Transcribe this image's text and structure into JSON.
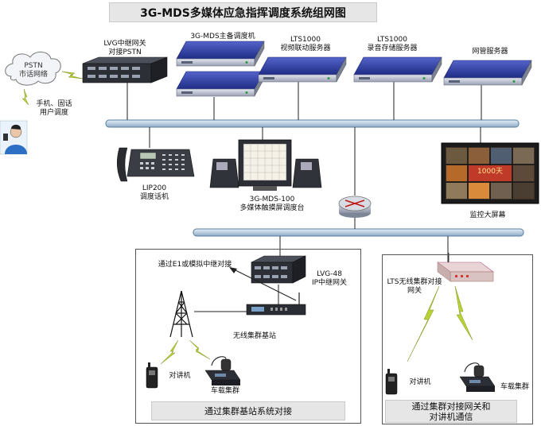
{
  "title": "3G-MDS多媒体应急指挥调度系统组网图",
  "nodes": {
    "pstn": {
      "line1": "PSTN",
      "line2": "市话网络"
    },
    "mobile_users": {
      "line1": "手机、固话",
      "line2": "用户调度"
    },
    "lvg": {
      "line1": "LVG中继网关",
      "line2": "对接PSTN"
    },
    "mds_server": {
      "line1": "3G-MDS主备调度机"
    },
    "lts_video": {
      "line1": "LTS1000",
      "line2": "视频联动服务器"
    },
    "lts_record": {
      "line1": "LTS1000",
      "line2": "录音存储服务器"
    },
    "nms": {
      "line1": "网管服务器"
    },
    "lip200": {
      "line1": "LIP200",
      "line2": "调度话机"
    },
    "mds100": {
      "line1": "3G-MDS-100",
      "line2": "多媒体触摸屏调度台"
    },
    "monitor": {
      "line1": "监控大屏幕",
      "screen_text": "1000天"
    },
    "e1_link": {
      "line1": "通过E1或模拟中继对接"
    },
    "lvg48": {
      "line1": "LVG-48",
      "line2": "IP中继网关"
    },
    "base_station": {
      "line1": "无线集群基站"
    },
    "walkie_left": {
      "line1": "对讲机"
    },
    "vehicle_left": {
      "line1": "车载集群"
    },
    "lts_gateway": {
      "line1": "LTS无线集群对接",
      "line2": "网关"
    },
    "walkie_right": {
      "line1": "对讲机"
    },
    "vehicle_right": {
      "line1": "车载集群"
    }
  },
  "captions": {
    "left": "通过集群基站系统对接",
    "right_line1": "通过集群对接网关和",
    "right_line2": "对讲机通信"
  },
  "colors": {
    "bus": "#b8cde0",
    "bus_stroke": "#5a7f9f",
    "server_top": "#2f3fa8",
    "server_body": "#c8ccd8",
    "lightning": "#b8d236"
  }
}
